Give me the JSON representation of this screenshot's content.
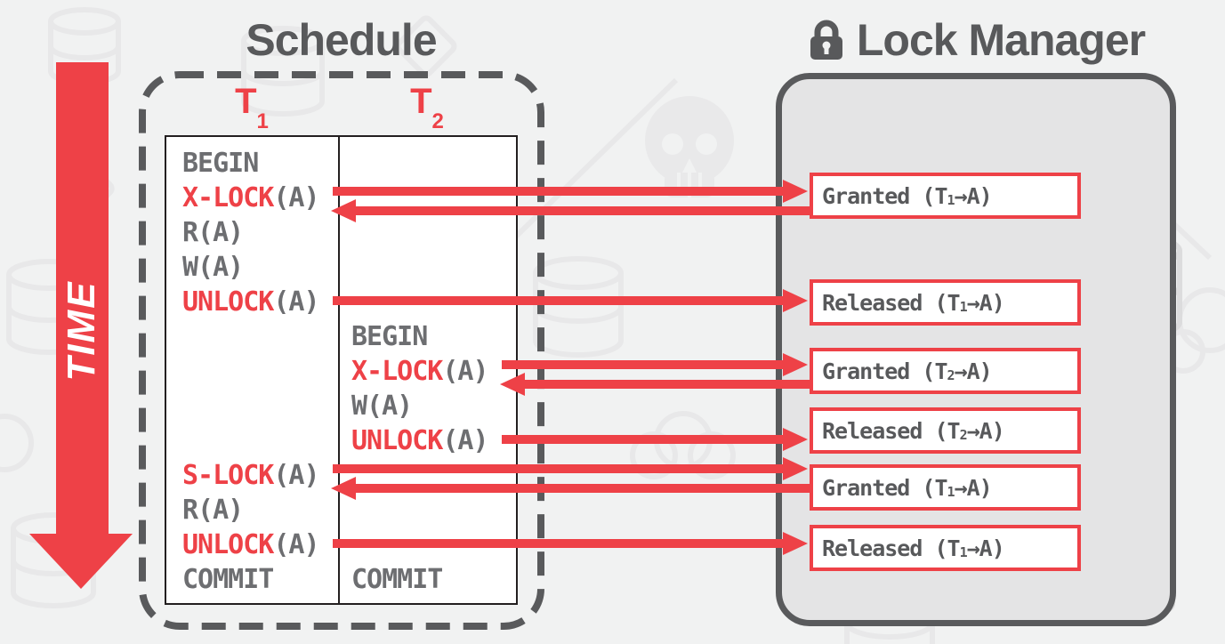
{
  "time_axis": {
    "label": "TIME",
    "direction": "down"
  },
  "schedule": {
    "title": "Schedule",
    "columns": [
      {
        "base": "T",
        "sub": "1"
      },
      {
        "base": "T",
        "sub": "2"
      }
    ],
    "rows": [
      {
        "col": 0,
        "parts": [
          {
            "text": "BEGIN",
            "color": "gray"
          }
        ]
      },
      {
        "col": 0,
        "parts": [
          {
            "text": "X-LOCK",
            "color": "red"
          },
          {
            "text": "(A)",
            "color": "gray"
          }
        ],
        "sends_request": true,
        "receives_response": true,
        "lock_manager_entry": 0
      },
      {
        "col": 0,
        "parts": [
          {
            "text": "R(A)",
            "color": "gray"
          }
        ]
      },
      {
        "col": 0,
        "parts": [
          {
            "text": "W(A)",
            "color": "gray"
          }
        ]
      },
      {
        "col": 0,
        "parts": [
          {
            "text": "UNLOCK",
            "color": "red"
          },
          {
            "text": "(A)",
            "color": "gray"
          }
        ],
        "sends_request": true,
        "receives_response": false,
        "lock_manager_entry": 1
      },
      {
        "col": 1,
        "parts": [
          {
            "text": "BEGIN",
            "color": "gray"
          }
        ]
      },
      {
        "col": 1,
        "parts": [
          {
            "text": "X-LOCK",
            "color": "red"
          },
          {
            "text": "(A)",
            "color": "gray"
          }
        ],
        "sends_request": true,
        "receives_response": true,
        "lock_manager_entry": 2
      },
      {
        "col": 1,
        "parts": [
          {
            "text": "W(A)",
            "color": "gray"
          }
        ]
      },
      {
        "col": 1,
        "parts": [
          {
            "text": "UNLOCK",
            "color": "red"
          },
          {
            "text": "(A)",
            "color": "gray"
          }
        ],
        "sends_request": true,
        "receives_response": false,
        "lock_manager_entry": 3
      },
      {
        "col": 0,
        "parts": [
          {
            "text": "S-LOCK",
            "color": "red"
          },
          {
            "text": "(A)",
            "color": "gray"
          }
        ],
        "sends_request": true,
        "receives_response": true,
        "lock_manager_entry": 4
      },
      {
        "col": 0,
        "parts": [
          {
            "text": "R(A)",
            "color": "gray"
          }
        ]
      },
      {
        "col": 0,
        "parts": [
          {
            "text": "UNLOCK",
            "color": "red"
          },
          {
            "text": "(A)",
            "color": "gray"
          }
        ],
        "sends_request": true,
        "receives_response": false,
        "lock_manager_entry": 5
      },
      {
        "col": 0,
        "parts": [
          {
            "text": "COMMIT",
            "color": "gray"
          }
        ],
        "col2_parts": [
          {
            "text": "COMMIT",
            "color": "gray"
          }
        ]
      }
    ]
  },
  "lock_manager": {
    "title": "Lock Manager",
    "icon": "lock-icon",
    "entries": [
      {
        "status": "Granted",
        "txn_base": "T",
        "txn_sub": "1",
        "arrow": "→",
        "object": "A"
      },
      {
        "status": "Released",
        "txn_base": "T",
        "txn_sub": "1",
        "arrow": "→",
        "object": "A"
      },
      {
        "status": "Granted",
        "txn_base": "T",
        "txn_sub": "2",
        "arrow": "→",
        "object": "A"
      },
      {
        "status": "Released",
        "txn_base": "T",
        "txn_sub": "2",
        "arrow": "→",
        "object": "A"
      },
      {
        "status": "Granted",
        "txn_base": "T",
        "txn_sub": "1",
        "arrow": "→",
        "object": "A"
      },
      {
        "status": "Released",
        "txn_base": "T",
        "txn_sub": "1",
        "arrow": "→",
        "object": "A"
      }
    ]
  },
  "colors": {
    "red": "#ee4147",
    "dark_gray": "#58595b",
    "table_text_gray": "#6d6e71",
    "lock_manager_fill": "#e4e4e5",
    "page_background": "#f1f2f2"
  }
}
